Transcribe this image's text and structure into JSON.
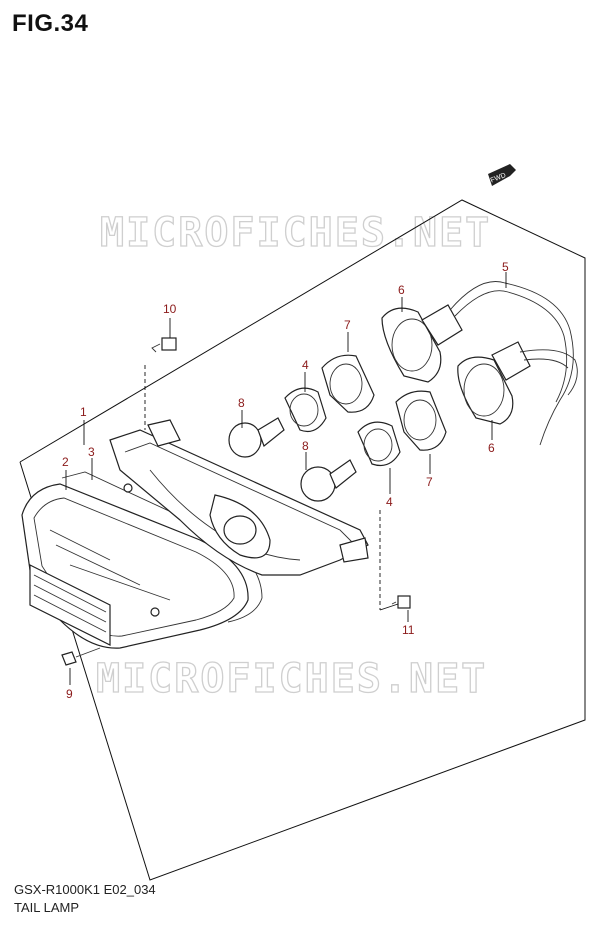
{
  "header": {
    "figure": "FIG.34"
  },
  "footer": {
    "model_code": "GSX-R1000K1 E02_034",
    "section": "TAIL LAMP"
  },
  "watermark": {
    "text": "MICROFICHES.NET"
  },
  "direction_tag": {
    "text": "FWD"
  },
  "callouts": [
    {
      "id": "c1",
      "label": "1"
    },
    {
      "id": "c2",
      "label": "2"
    },
    {
      "id": "c3",
      "label": "3"
    },
    {
      "id": "c4a",
      "label": "4"
    },
    {
      "id": "c4b",
      "label": "4"
    },
    {
      "id": "c5",
      "label": "5"
    },
    {
      "id": "c6a",
      "label": "6"
    },
    {
      "id": "c6b",
      "label": "6"
    },
    {
      "id": "c7a",
      "label": "7"
    },
    {
      "id": "c7b",
      "label": "7"
    },
    {
      "id": "c8a",
      "label": "8"
    },
    {
      "id": "c8b",
      "label": "8"
    },
    {
      "id": "c9",
      "label": "9"
    },
    {
      "id": "c10",
      "label": "10"
    },
    {
      "id": "c11",
      "label": "11"
    }
  ],
  "colors": {
    "callout": "#8b1a1a",
    "line": "#222222",
    "watermark": "#cfcfcf"
  }
}
